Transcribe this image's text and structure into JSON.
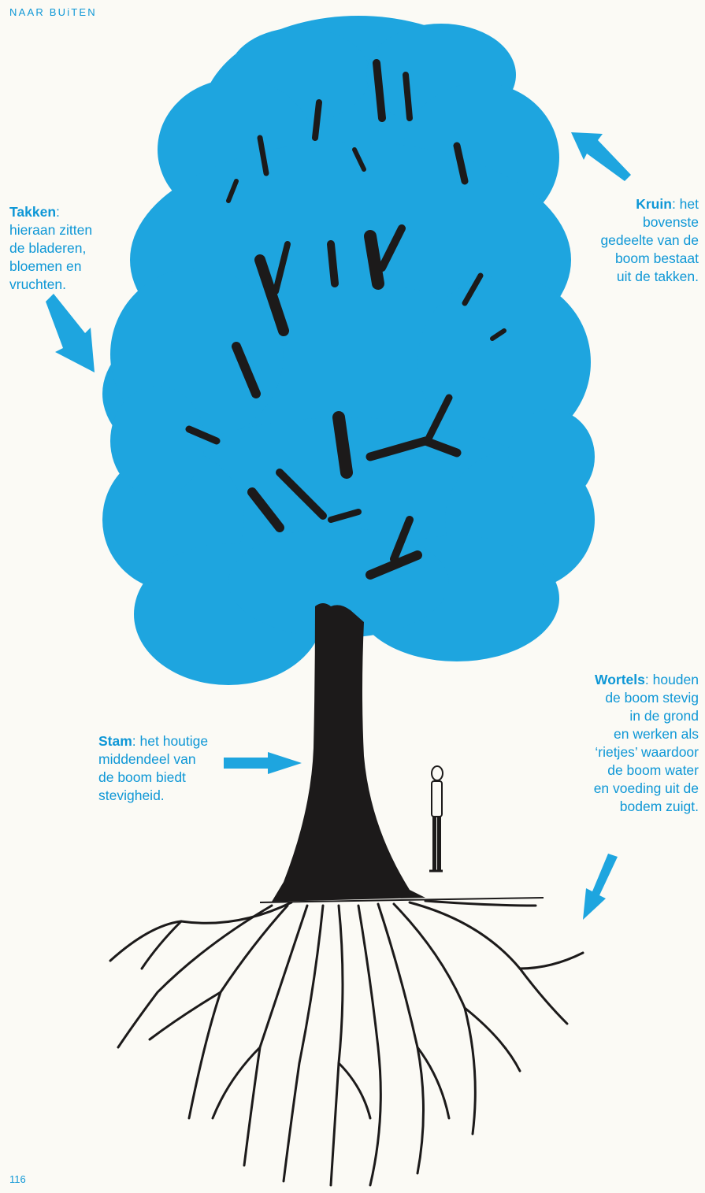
{
  "header": {
    "section": "NAAR BUiTEN"
  },
  "labels": {
    "takken": {
      "term": "Takken",
      "lines": [
        ":",
        "hieraan zitten",
        "de bladeren,",
        "bloemen en",
        "vruchten."
      ]
    },
    "kruin": {
      "term": "Kruin",
      "lines": [
        ": het",
        "bovenste",
        "gedeelte van de",
        "boom bestaat",
        "uit de takken."
      ]
    },
    "stam": {
      "term": "Stam",
      "lines": [
        ": het houtige",
        "middendeel van",
        "de boom biedt",
        "stevigheid."
      ]
    },
    "wortels": {
      "term": "Wortels",
      "lines": [
        ": houden",
        "de boom stevig",
        "in de grond",
        "en werken als",
        "‘rietjes’ waardoor",
        "de boom water",
        "en voeding uit de",
        "bodem zuigt."
      ]
    }
  },
  "footer": {
    "page_number": "116"
  },
  "colors": {
    "accent": "#0e97d6",
    "crown": "#1ea5df",
    "wood": "#1c1a1a",
    "paper": "#fbfaf5"
  }
}
